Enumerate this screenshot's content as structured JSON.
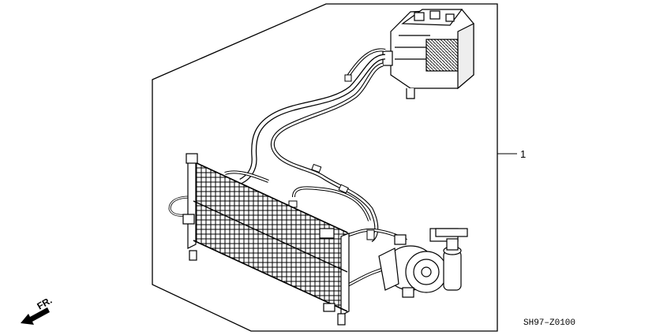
{
  "diagram": {
    "callout_number": "1",
    "front_marker": "FR.",
    "code": "SH97–Z0100"
  },
  "colors": {
    "ink": "#000000",
    "paper": "#ffffff"
  }
}
